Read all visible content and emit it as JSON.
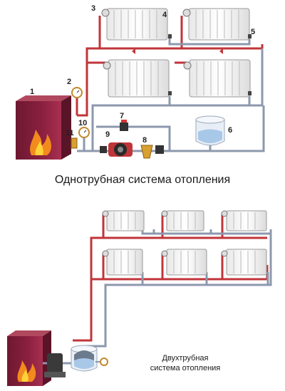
{
  "titles": {
    "one_pipe": "Однотрубная система отопления",
    "two_pipe_line1": "Двухтрубная",
    "two_pipe_line2": "система отопления"
  },
  "labels": [
    "1",
    "2",
    "3",
    "4",
    "5",
    "6",
    "7",
    "8",
    "9",
    "10",
    "11"
  ],
  "colors": {
    "supply": "#c0353a",
    "return": "#8c98ad",
    "boiler_body": "#8c1f3a",
    "flame": "#f28a1e",
    "radiator": "#f2f2f2",
    "tank_water": "#a8c8e8"
  }
}
